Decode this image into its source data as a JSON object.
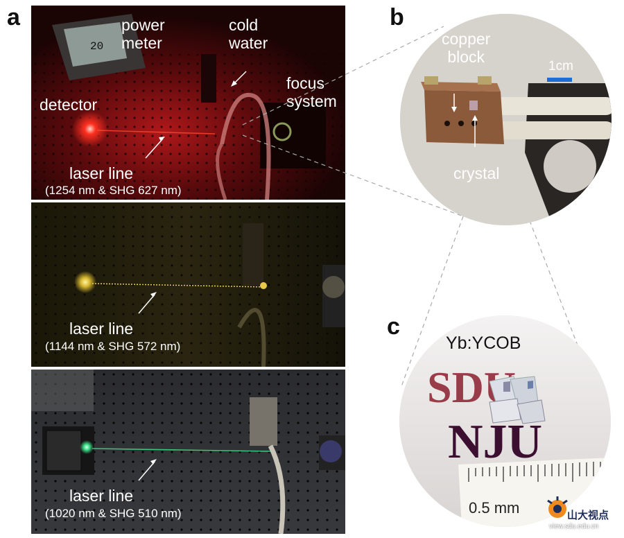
{
  "panels": {
    "a": "a",
    "b": "b",
    "c": "c"
  },
  "panel_a": {
    "top": {
      "power_meter": "power\nmeter",
      "meter_reading": "20",
      "cold_water": "cold\nwater",
      "focus_system": "focus\nsystem",
      "detector": "detector",
      "laser_line": "laser line",
      "wavelengths": "(1254 nm & SHG 627 nm)"
    },
    "middle": {
      "laser_line": "laser line",
      "wavelengths": "(1144 nm & SHG 572 nm)"
    },
    "bottom": {
      "laser_line": "laser line",
      "wavelengths": "(1020 nm & SHG 510 nm)"
    }
  },
  "panel_b": {
    "copper_block": "copper\nblock",
    "scale": "1cm",
    "crystal": "crystal"
  },
  "panel_c": {
    "crystal_name": "Yb:YCOB",
    "logo_text": "SDU",
    "logo_text_2": "NJU",
    "ruler_label": "0.5 mm",
    "watermark": "山大视点",
    "watermark_url": "view.sdu.edu.cn"
  },
  "colors": {
    "laser_red": "#ff2a1a",
    "laser_yellow": "#e8d24a",
    "laser_green": "#3ee08a",
    "scale_bar": "#1a6fd6"
  }
}
